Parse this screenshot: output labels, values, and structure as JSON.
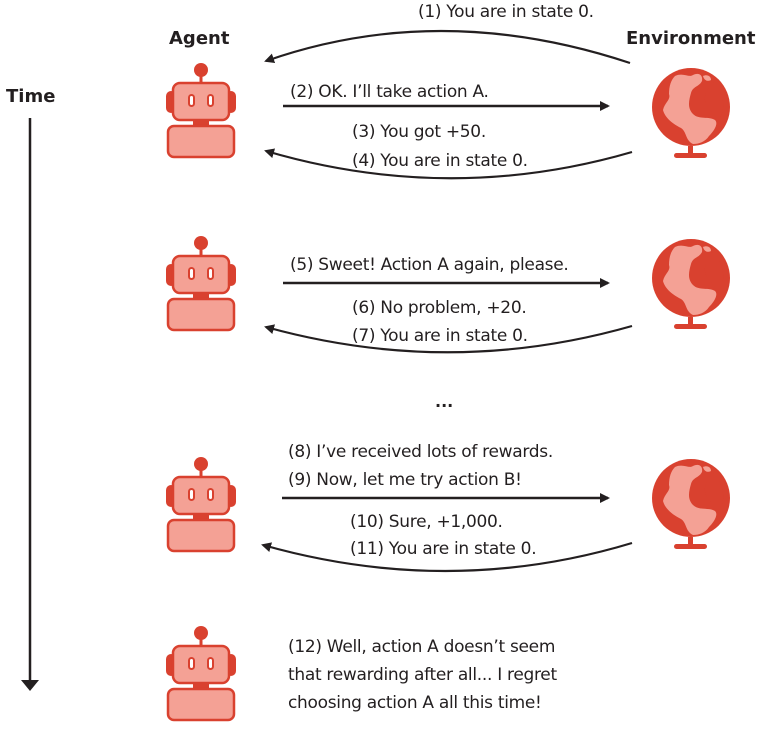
{
  "headers": {
    "agent": "Agent",
    "environment": "Environment",
    "time": "Time"
  },
  "colors": {
    "robot_fill": "#f4a195",
    "robot_stroke": "#d9412f",
    "globe_ocean": "#d9412f",
    "globe_land": "#f4a195",
    "ink": "#231f20"
  },
  "icons": {
    "agent": "robot-icon",
    "environment": "globe-icon"
  },
  "messages": {
    "m1": "(1) You are in state 0.",
    "m2": "(2) OK. I’ll take action A.",
    "m3": "(3) You got +50.",
    "m4": "(4) You are in state 0.",
    "m5": "(5) Sweet! Action A again, please.",
    "m6": "(6) No problem, +20.",
    "m7": "(7) You are in state 0.",
    "ellipsis": "...",
    "m8": "(8) I’ve received lots of rewards.",
    "m9": "(9) Now, let me try action B!",
    "m10": "(10) Sure, +1,000.",
    "m11": "(11) You are in state 0.",
    "m12_line1": "(12) Well, action A doesn’t seem",
    "m12_line2": "that rewarding after all... I regret",
    "m12_line3": "choosing action A all this time!"
  }
}
